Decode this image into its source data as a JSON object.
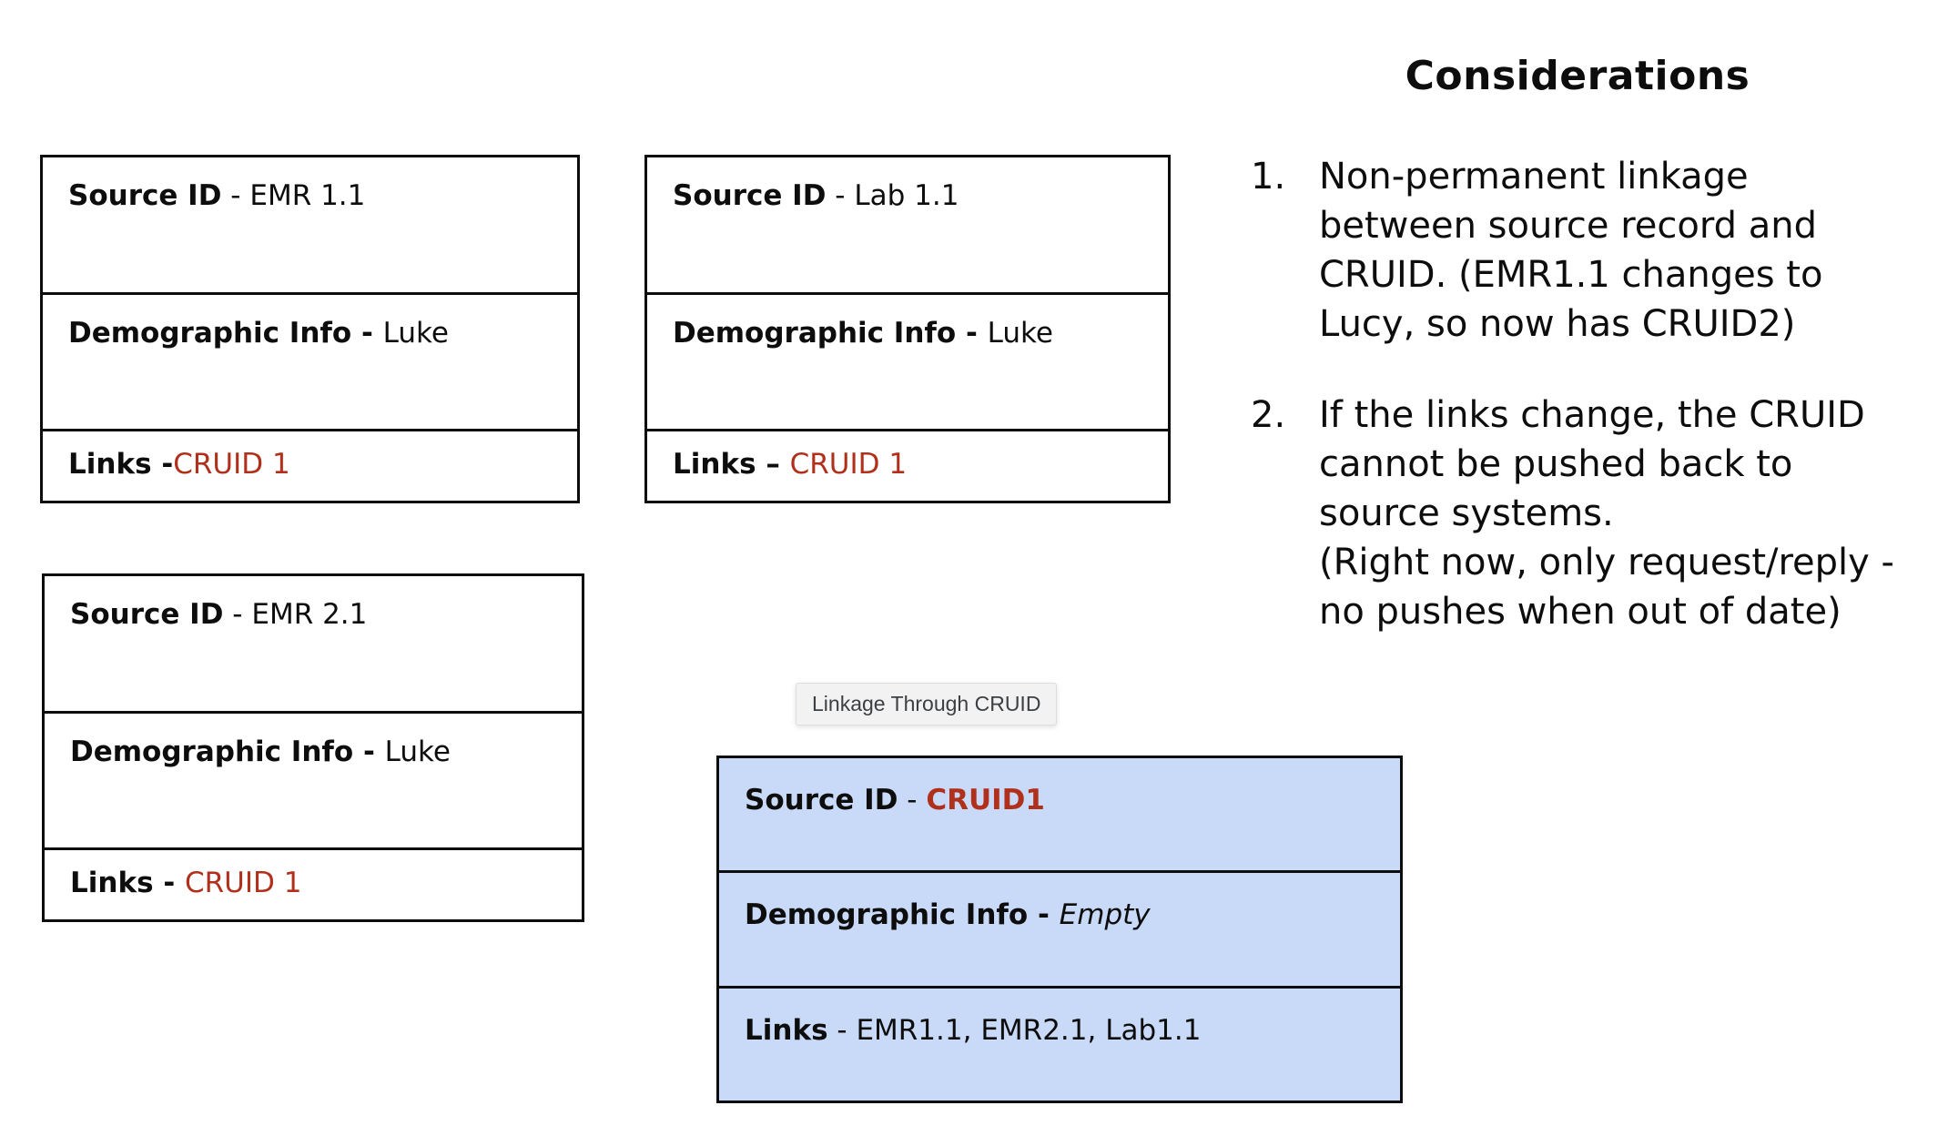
{
  "boxes": [
    {
      "id": "emr1",
      "rows": [
        {
          "label": "Source ID",
          "sep": " - ",
          "value": "EMR 1.1"
        },
        {
          "label": "Demographic Info",
          "sep": " - ",
          "value": "Luke"
        },
        {
          "label": "Links",
          "sep": " -",
          "value": "CRUID 1"
        }
      ]
    },
    {
      "id": "lab1",
      "rows": [
        {
          "label": "Source ID",
          "sep": " - ",
          "value": "Lab 1.1"
        },
        {
          "label": "Demographic Info",
          "sep": " - ",
          "value": "Luke"
        },
        {
          "label": "Links",
          "sep": " – ",
          "value": "CRUID 1"
        }
      ]
    },
    {
      "id": "emr2",
      "rows": [
        {
          "label": "Source ID",
          "sep": " - ",
          "value": "EMR 2.1"
        },
        {
          "label": "Demographic Info",
          "sep": " - ",
          "value": "Luke"
        },
        {
          "label": "Links",
          "sep": " - ",
          "value": "CRUID 1"
        }
      ]
    }
  ],
  "cruid_box": {
    "tooltip": "Linkage Through CRUID",
    "rows": [
      {
        "label": "Source ID",
        "sep": " - ",
        "value": "CRUID1"
      },
      {
        "label": "Demographic Info",
        "sep": " - ",
        "value": "Empty"
      },
      {
        "label": "Links",
        "sep": " - ",
        "value": "EMR1.1, EMR2.1, Lab1.1"
      }
    ]
  },
  "considerations": {
    "title": "Considerations",
    "items": [
      {
        "number": "1.",
        "text": "Non-permanent linkage\nbetween source record and\nCRUID. (EMR1.1 changes to\nLucy, so now has CRUID2)"
      },
      {
        "number": "2.",
        "text": "If the links change, the CRUID\ncannot be pushed back to\nsource systems.\n(Right now, only request/reply -\nno pushes when out of date)"
      }
    ]
  },
  "colors": {
    "link_red": "#b1301c",
    "cruid_box_fill": "#c9daf8",
    "box_border": "#0d0d0d",
    "tooltip_bg": "#f2f2f2",
    "tooltip_border": "#dedede",
    "tooltip_text": "#3c4043"
  }
}
